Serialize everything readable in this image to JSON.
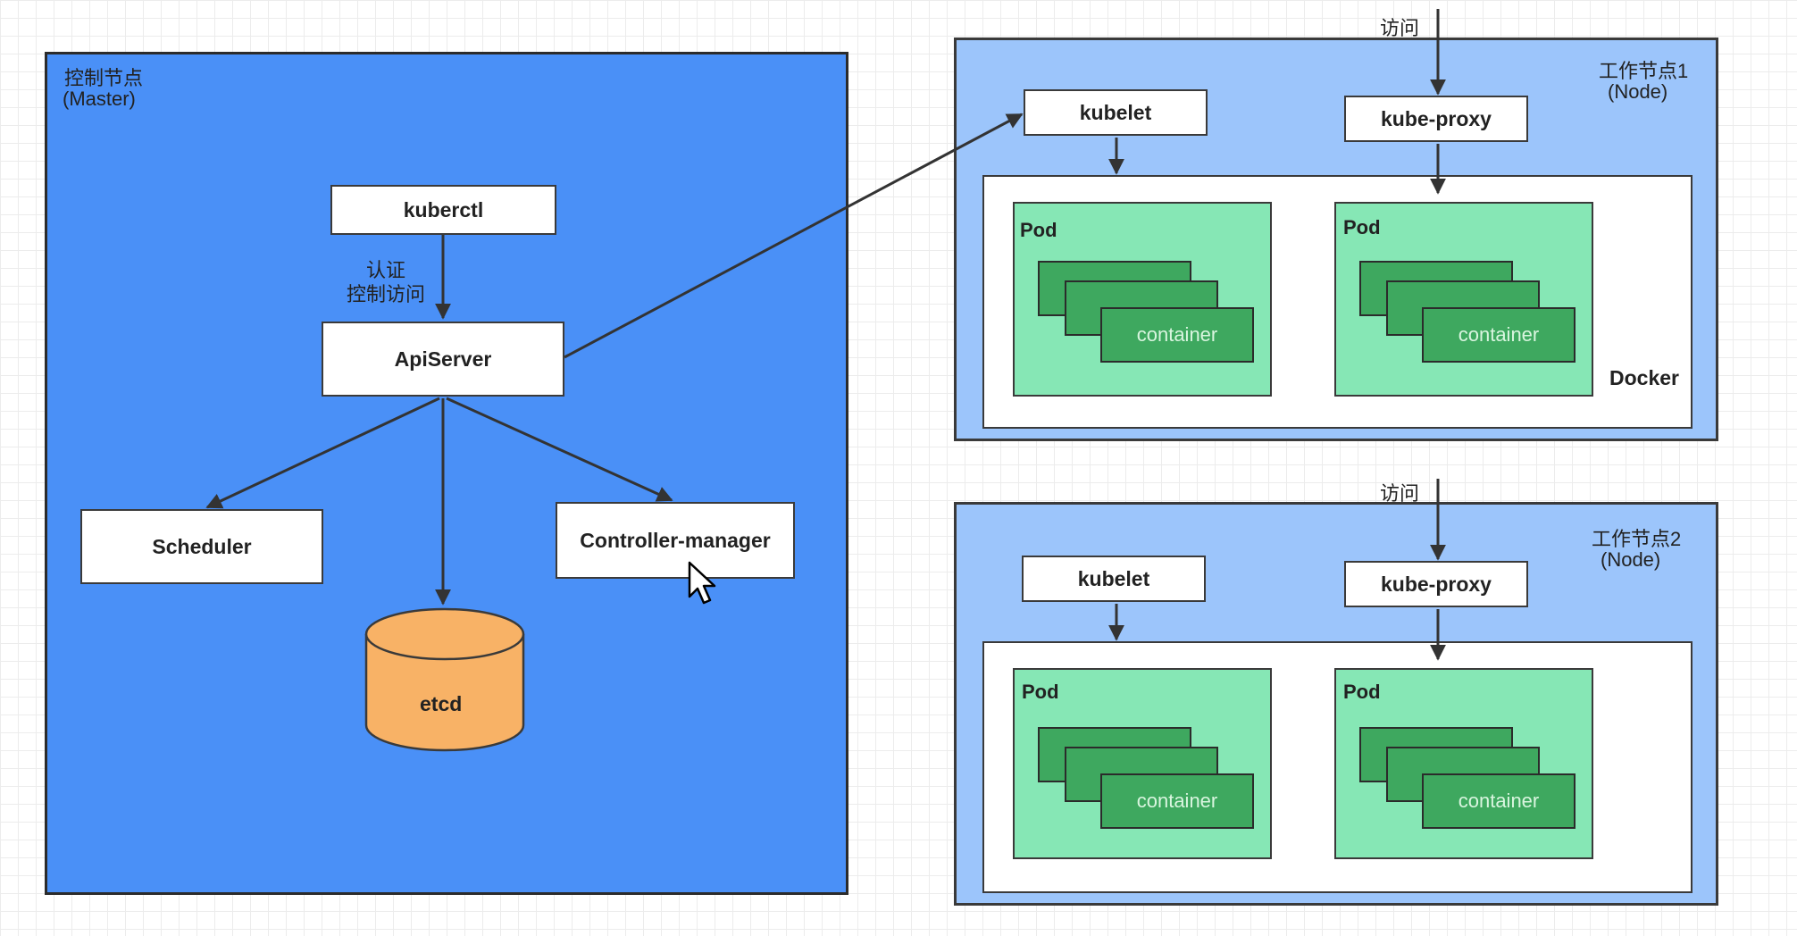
{
  "master": {
    "title": "控制节点",
    "subtitle": "(Master)",
    "kubectl": "kuberctl",
    "auth_label_1": "认证",
    "auth_label_2": "控制访问",
    "apiserver": "ApiServer",
    "scheduler": "Scheduler",
    "controller_manager": "Controller-manager",
    "etcd": "etcd"
  },
  "nodes": [
    {
      "title": "工作节点1",
      "subtitle": "(Node)",
      "access_label": "访问",
      "kubelet": "kubelet",
      "kube_proxy": "kube-proxy",
      "runtime": "Docker",
      "pods": [
        {
          "label": "Pod",
          "container": "container"
        },
        {
          "label": "Pod",
          "container": "container"
        }
      ]
    },
    {
      "title": "工作节点2",
      "subtitle": "(Node)",
      "access_label": "访问",
      "kubelet": "kubelet",
      "kube_proxy": "kube-proxy",
      "pods": [
        {
          "label": "Pod",
          "container": "container"
        },
        {
          "label": "Pod",
          "container": "container"
        }
      ]
    }
  ],
  "colors": {
    "master_fill": "#4a90f7",
    "node_fill": "#9cc5fb",
    "pod_fill": "#86e7b5",
    "container_fill": "#3ea85f",
    "etcd_fill": "#f8b266"
  }
}
